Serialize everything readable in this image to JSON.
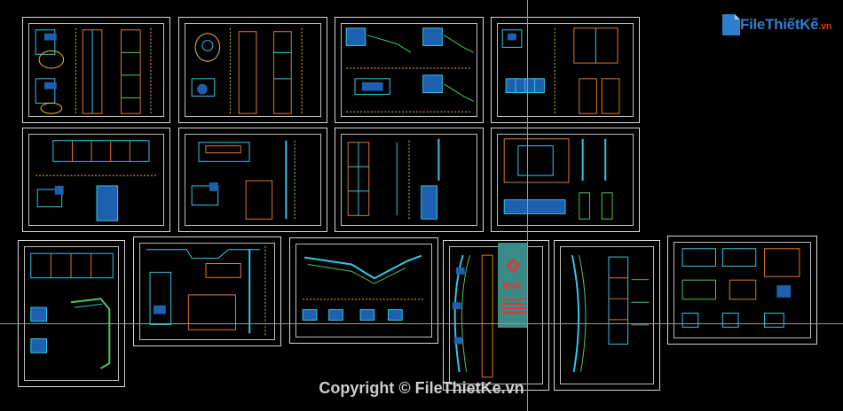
{
  "watermark": {
    "brand": "FileThiếtKế",
    "tld": ".vn",
    "copyright": "Copyright © FileThietKe.vn"
  },
  "sign_panel": {
    "brand_text": "BMC"
  },
  "colors": {
    "background": "#000000",
    "sheet_border": "#d8d8d8",
    "cad_cyan": "#35c8e8",
    "cad_yellow": "#e8c030",
    "cad_orange": "#e07a2a",
    "cad_green": "#4fc95b",
    "cad_blue_fill": "#1e5fb0",
    "sign_teal": "#3a8a86",
    "logo_blue": "#2d7fd0",
    "logo_red": "#e03030"
  }
}
